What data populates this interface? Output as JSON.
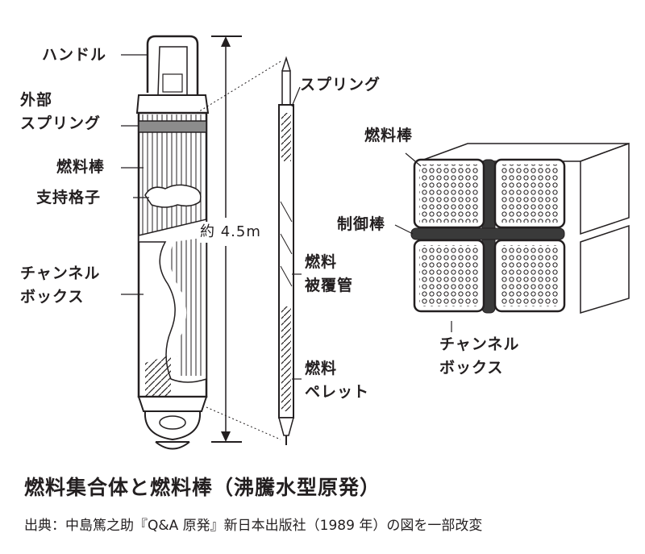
{
  "assembly": {
    "handle_label": "ハンドル",
    "outer_spring_label_1": "外部",
    "outer_spring_label_2": "スプリング",
    "fuel_rods_label": "燃料棒",
    "spacer_grid_label": "支持格子",
    "channel_box_label_1": "チャンネル",
    "channel_box_label_2": "ボックス",
    "length_label": "約 4.5m"
  },
  "rod": {
    "spring_label": "スプリング",
    "cladding_label_1": "燃料",
    "cladding_label_2": "被覆管",
    "pellet_label_1": "燃料",
    "pellet_label_2": "ペレット"
  },
  "cross_section": {
    "fuel_rods_label": "燃料棒",
    "control_rod_label": "制御棒",
    "channel_box_label_1": "チャンネル",
    "channel_box_label_2": "ボックス"
  },
  "title": "燃料集合体と燃料棒（沸騰水型原発）",
  "source": "出典：中島篤之助『Q&A 原発』新日本出版社（1989 年）の図を一部改変",
  "colors": {
    "ink": "#231f20",
    "gray": "#9b9b9b",
    "light_gray": "#d6d6d6"
  }
}
